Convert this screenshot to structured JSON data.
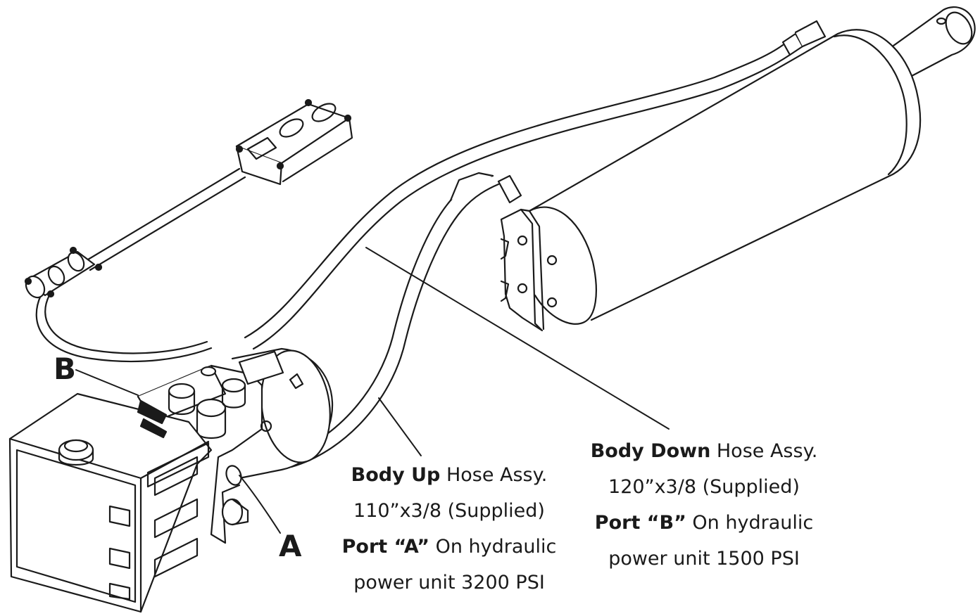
{
  "ports": {
    "a_letter": "A",
    "b_letter": "B"
  },
  "body_up": {
    "title_bold": "Body Up",
    "title_rest": " Hose Assy.",
    "size": "110”x3/8 (Supplied)",
    "port_bold": "Port “A”",
    "port_rest": " On hydraulic",
    "pressure": "power unit 3200 PSI"
  },
  "body_down": {
    "title_bold": "Body Down",
    "title_rest": " Hose Assy.",
    "size": "120”x3/8 (Supplied)",
    "port_bold": "Port “B”",
    "port_rest": " On hydraulic",
    "pressure": "power unit 1500 PSI"
  }
}
